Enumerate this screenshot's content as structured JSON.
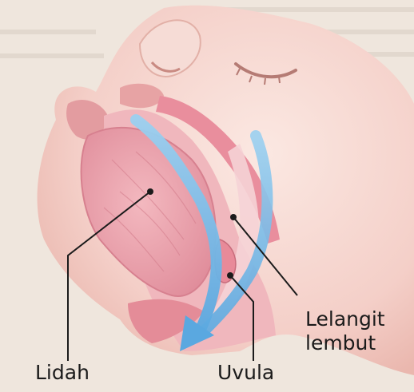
{
  "labels": {
    "tongue": "Lidah",
    "uvula": "Uvula",
    "soft_palate_line1": "Lelangit",
    "soft_palate_line2": "lembut"
  },
  "colors": {
    "skin": "#f6d9d3",
    "tissue": "#ec9aa6",
    "tongue": "#e89ba7",
    "airflow_arrow": "#74b9e6",
    "pointer_line": "#1b1b1b"
  }
}
